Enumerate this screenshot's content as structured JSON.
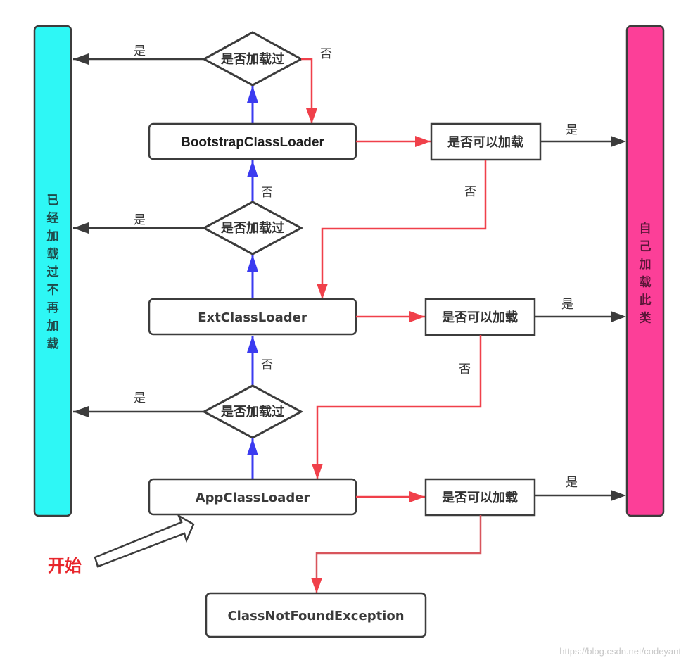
{
  "diagram": {
    "colors": {
      "stroke": "#3c3c3c",
      "up_arrow": "#3b3bf0",
      "down_arrow": "#f0404a",
      "already_loaded_bar": "#2ef7f5",
      "load_self_bar": "#fc3f98",
      "start_label": "#e8262c"
    },
    "left_bar": {
      "label_chars": [
        "已",
        "经",
        "加",
        "载",
        "过",
        "不",
        "再",
        "加",
        "载"
      ]
    },
    "right_bar": {
      "label_chars": [
        "自",
        "己",
        "加",
        "载",
        "此",
        "类"
      ]
    },
    "loaders": [
      {
        "name": "BootstrapClassLoader"
      },
      {
        "name": "ExtClassLoader"
      },
      {
        "name": "AppClassLoader"
      }
    ],
    "decisions": [
      {
        "label": "是否加载过"
      },
      {
        "label": "是否加载过"
      },
      {
        "label": "是否加载过"
      }
    ],
    "can_load_boxes": [
      {
        "label": "是否可以加载"
      },
      {
        "label": "是否可以加载"
      },
      {
        "label": "是否可以加载"
      }
    ],
    "exception_box": {
      "label": "ClassNotFoundException"
    },
    "edge_labels": {
      "yes": "是",
      "no": "否"
    },
    "start": {
      "label": "开始"
    },
    "watermark": "https://blog.csdn.net/codeyant"
  }
}
